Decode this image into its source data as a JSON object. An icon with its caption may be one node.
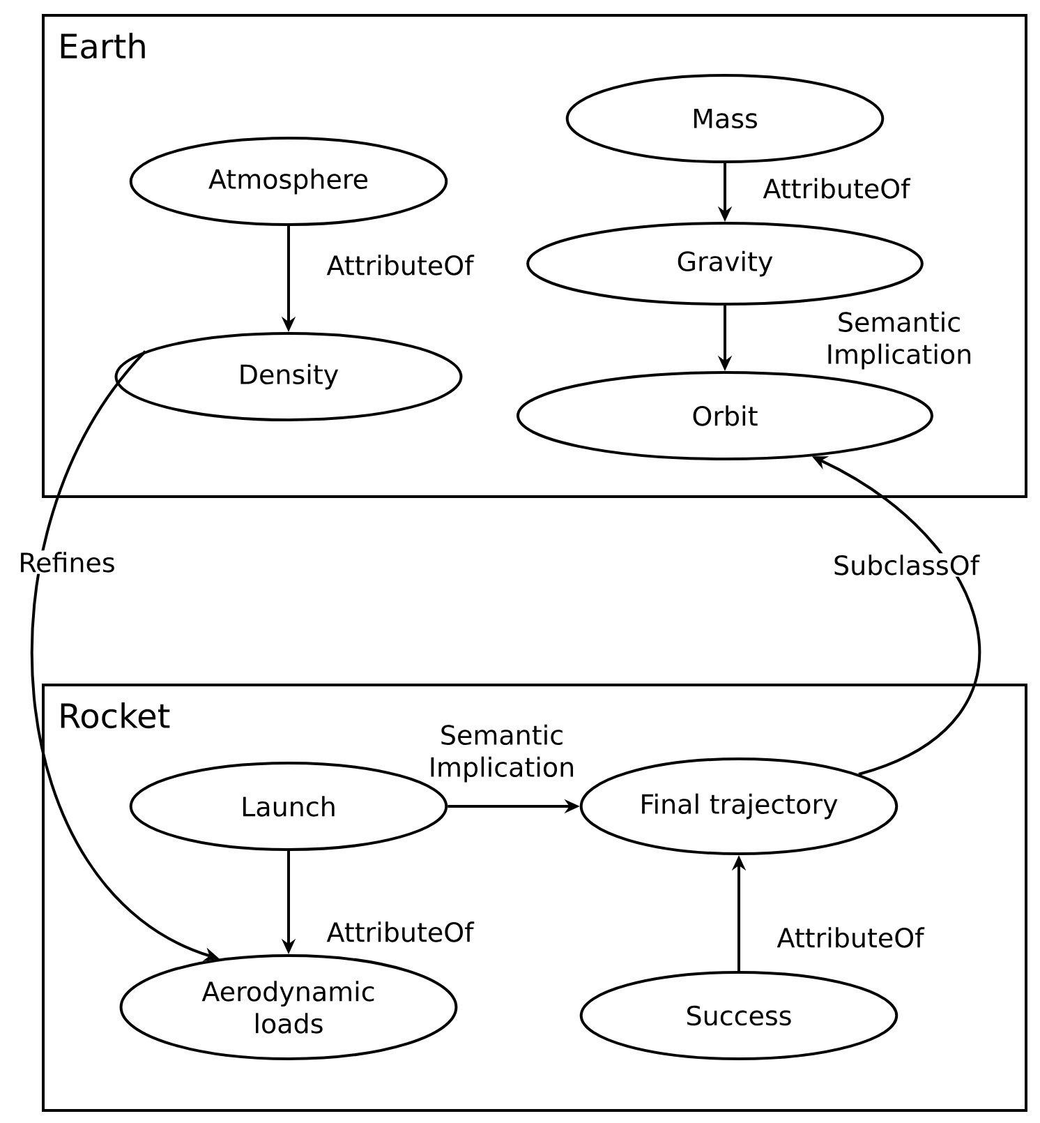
{
  "diagram": {
    "nodes": [
      {
        "text": [
          "Earth"
        ]
      },
      {
        "text": [
          "Atmosphere"
        ],
        "in": 0
      },
      {
        "text": [
          "Density"
        ],
        "in": 0
      },
      {
        "text": [
          "Mass"
        ],
        "in": 0
      },
      {
        "text": [
          "Gravity"
        ],
        "in": 0
      },
      {
        "text": [
          "Orbit"
        ],
        "in": 0
      },
      {
        "text": [
          "Rocket"
        ]
      },
      {
        "text": [
          "Launch"
        ],
        "in": 6
      },
      {
        "text": [
          "Aerodynamic loads"
        ],
        "in": 6
      },
      {
        "text": [
          "Final trajectory"
        ],
        "in": 6
      },
      {
        "text": [
          "Success"
        ],
        "in": 6
      }
    ],
    "edges": [
      {
        "from": 1,
        "to": 2,
        "arrow": "to",
        "label": "AttributeOf"
      },
      {
        "from": 3,
        "to": 4,
        "arrow": "to",
        "label": "AttributeOf"
      },
      {
        "from": 4,
        "to": 5,
        "arrow": "to",
        "label": "Semantic Implication"
      },
      {
        "from": 2,
        "to": 8,
        "arrow": "to",
        "label": "Refines"
      },
      {
        "from": 7,
        "to": 9,
        "arrow": "to",
        "label": "Semantic Implication"
      },
      {
        "from": 7,
        "to": 8,
        "arrow": "to",
        "label": "AttributeOf"
      },
      {
        "from": 10,
        "to": 9,
        "arrow": "to",
        "label": "AttributeOf"
      },
      {
        "from": 9,
        "to": 5,
        "arrow": "to",
        "label": "SubclassOf"
      }
    ]
  }
}
